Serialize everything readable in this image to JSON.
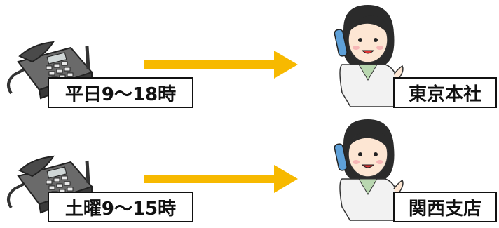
{
  "colors": {
    "arrow": "#f7b900",
    "phone_body": "#5a5a5a",
    "hair": "#2b2b2b",
    "skin": "#fde6d3",
    "coat": "#f2f2f2",
    "collar": "#b9d7b0"
  },
  "rows": [
    {
      "phone_icon": "office-phone-icon",
      "hours": "平日9〜18時",
      "arrow_icon": "arrow-right-icon",
      "operator_icon": "operator-woman-icon",
      "office": "東京本社"
    },
    {
      "phone_icon": "office-phone-icon",
      "hours": "土曜9〜15時",
      "arrow_icon": "arrow-right-icon",
      "operator_icon": "operator-woman-icon",
      "office": "関西支店"
    }
  ]
}
